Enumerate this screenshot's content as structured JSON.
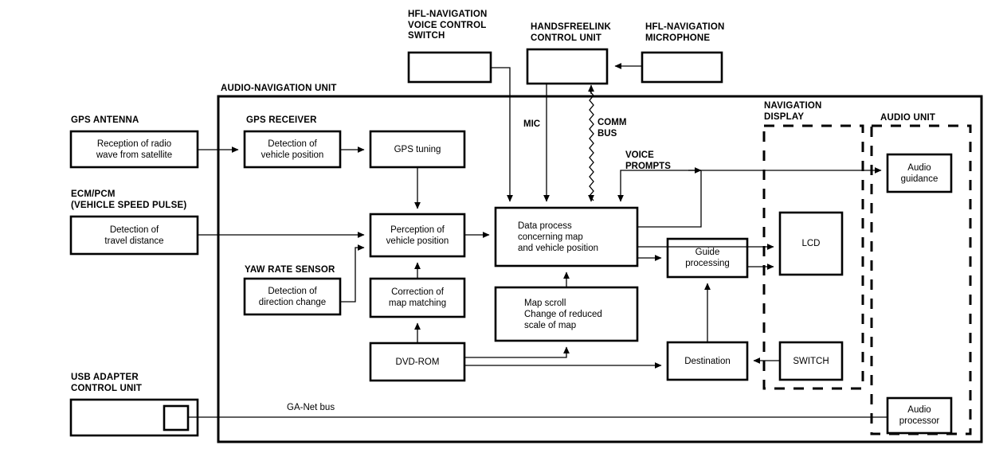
{
  "diagram": {
    "title_hidden": "",
    "outer_unit_label": "AUDIO-NAVIGATION UNIT",
    "group_labels": {
      "navigation_display": "NAVIGATION\nDISPLAY",
      "audio_unit": "AUDIO UNIT"
    },
    "component_labels": {
      "hfl_voice_switch": "HFL-NAVIGATION\nVOICE CONTROL\nSWITCH",
      "handsfreelink_cu": "HANDSFREELINK\nCONTROL UNIT",
      "hfl_microphone": "HFL-NAVIGATION\nMICROPHONE",
      "gps_antenna": "GPS ANTENNA",
      "gps_receiver": "GPS RECEIVER",
      "ecm_pcm": "ECM/PCM\n(VEHICLE SPEED PULSE)",
      "yaw_rate_sensor": "YAW RATE SENSOR",
      "usb_adapter": "USB ADAPTER\nCONTROL UNIT"
    },
    "boxes": {
      "hfl_voice_switch_box": "",
      "handsfreelink_box": "",
      "hfl_mic_box": "",
      "gps_antenna_box": "Reception of radio\nwave from satellite",
      "gps_receiver_box": "Detection of\nvehicle position",
      "gps_tuning": "GPS tuning",
      "ecm_pcm_box": "Detection of\ntravel distance",
      "yaw_rate_box": "Detection of\ndirection change",
      "perception": "Perception of\nvehicle position",
      "correction": "Correction of\nmap matching",
      "dvd_rom": "DVD-ROM",
      "data_process": "Data process\nconcerning map\nand vehicle position",
      "map_scroll": "Map scroll\nChange of reduced\nscale of map",
      "guide_processing": "Guide\nprocessing",
      "destination": "Destination",
      "lcd": "LCD",
      "switch": "SWITCH",
      "audio_guidance": "Audio\nguidance",
      "audio_processor": "Audio\nprocessor",
      "usb_adapter_box": ""
    },
    "signal_labels": {
      "mic": "MIC",
      "comm_bus": "COMM\nBUS",
      "voice_prompts": "VOICE\nPROMPTS",
      "ga_net_bus": "GA-Net bus"
    },
    "colors": {
      "line": "#000000",
      "background": "#ffffff",
      "text": "#000000"
    }
  }
}
